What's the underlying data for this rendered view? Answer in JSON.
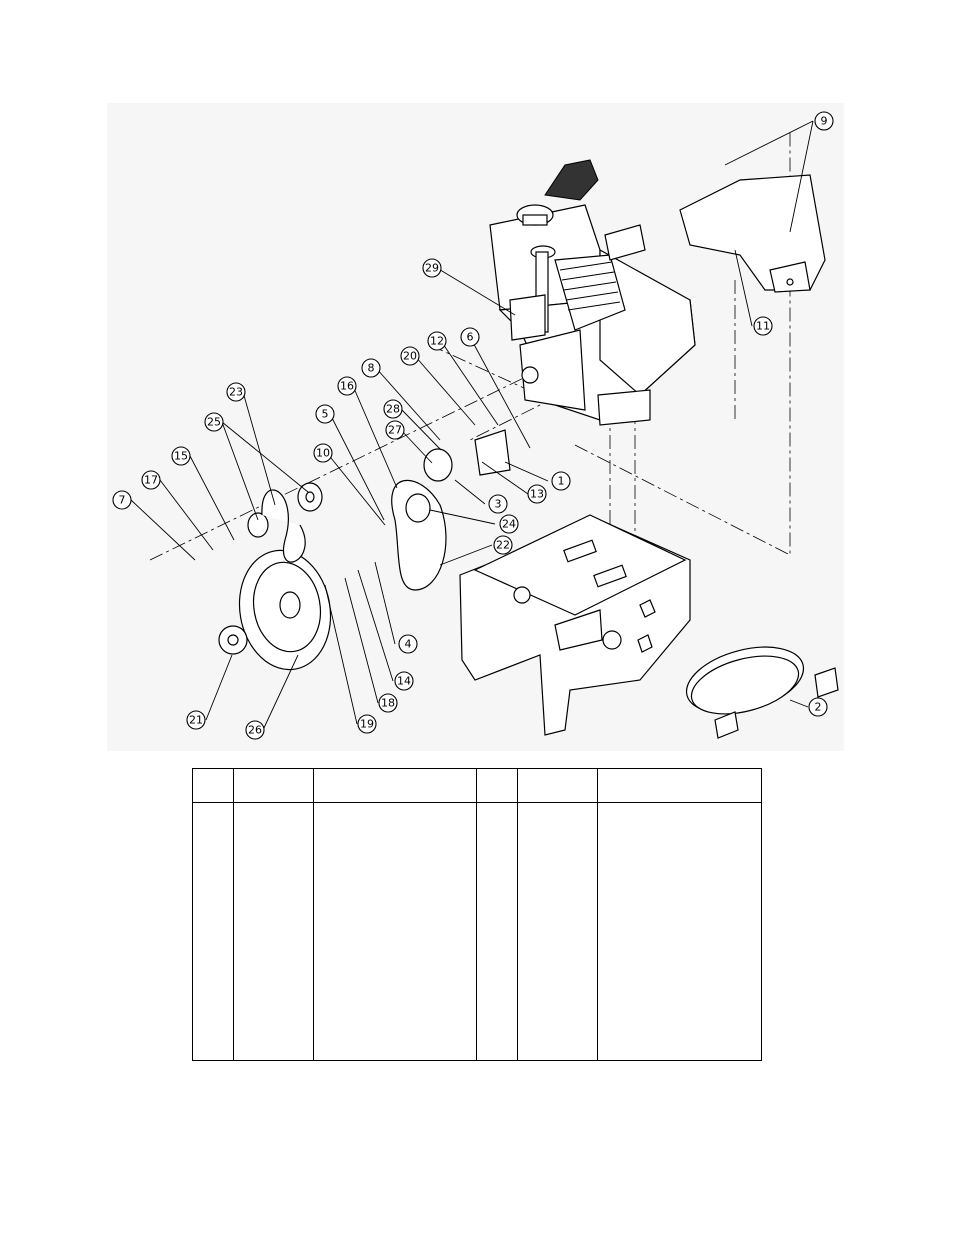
{
  "diagram": {
    "callouts": [
      "1",
      "2",
      "3",
      "4",
      "5",
      "6",
      "7",
      "8",
      "9",
      "10",
      "11",
      "12",
      "13",
      "14",
      "15",
      "16",
      "17",
      "18",
      "19",
      "20",
      "21",
      "22",
      "23",
      "24",
      "25",
      "26",
      "27",
      "28",
      "29"
    ]
  },
  "table": {
    "headers": [
      "",
      "",
      "",
      "",
      "",
      ""
    ],
    "rows": [
      [
        "",
        "",
        "",
        "",
        "",
        ""
      ]
    ]
  }
}
